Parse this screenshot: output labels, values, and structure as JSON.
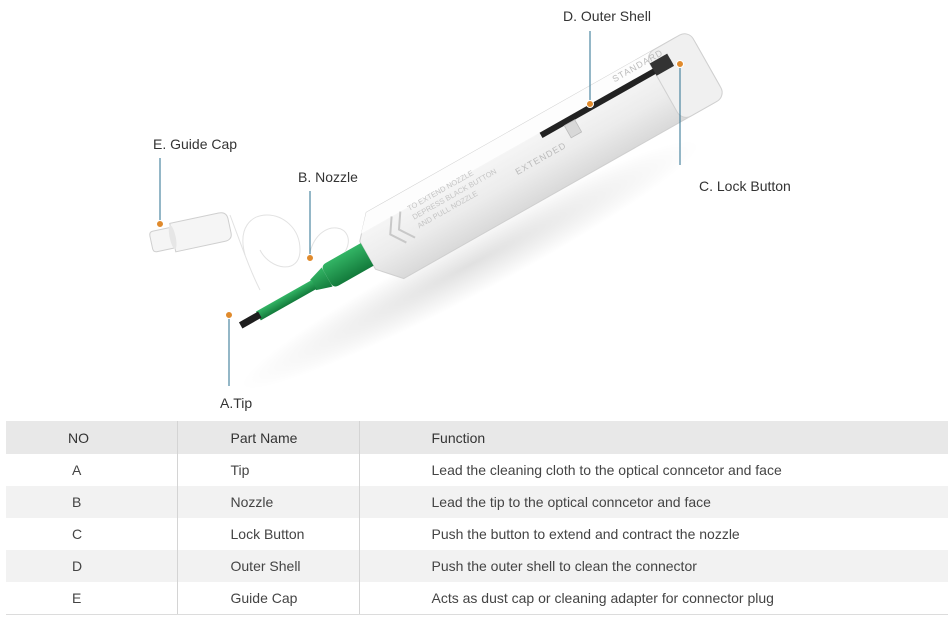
{
  "diagram": {
    "callouts": {
      "outer_shell": "D. Outer Shell",
      "guide_cap": "E. Guide Cap",
      "nozzle": "B. Nozzle",
      "lock_button": "C. Lock Button",
      "tip": "A.Tip"
    },
    "device_text": {
      "standard": "STANDARD",
      "extended": "EXTENDED",
      "instruction": [
        "TO EXTEND NOZZLE",
        "DEPRESS BLACK BUTTON",
        "AND PULL NOZZLE"
      ]
    },
    "colors": {
      "nozzle": "#1a9a4c",
      "body": "#f3f3f3",
      "marker": "#e08a2c"
    }
  },
  "table": {
    "headers": {
      "no": "NO",
      "name": "Part Name",
      "function": "Function"
    },
    "rows": [
      {
        "no": "A",
        "name": "Tip",
        "function": "Lead the cleaning cloth to the optical conncetor and face"
      },
      {
        "no": "B",
        "name": "Nozzle",
        "function": "Lead the tip to the optical conncetor and face"
      },
      {
        "no": "C",
        "name": "Lock Button",
        "function": "Push the button to extend and contract the nozzle"
      },
      {
        "no": "D",
        "name": "Outer Shell",
        "function": "Push the outer shell to clean the connector"
      },
      {
        "no": "E",
        "name": "Guide Cap",
        "function": "Acts as dust cap or cleaning adapter for connector plug"
      }
    ]
  }
}
